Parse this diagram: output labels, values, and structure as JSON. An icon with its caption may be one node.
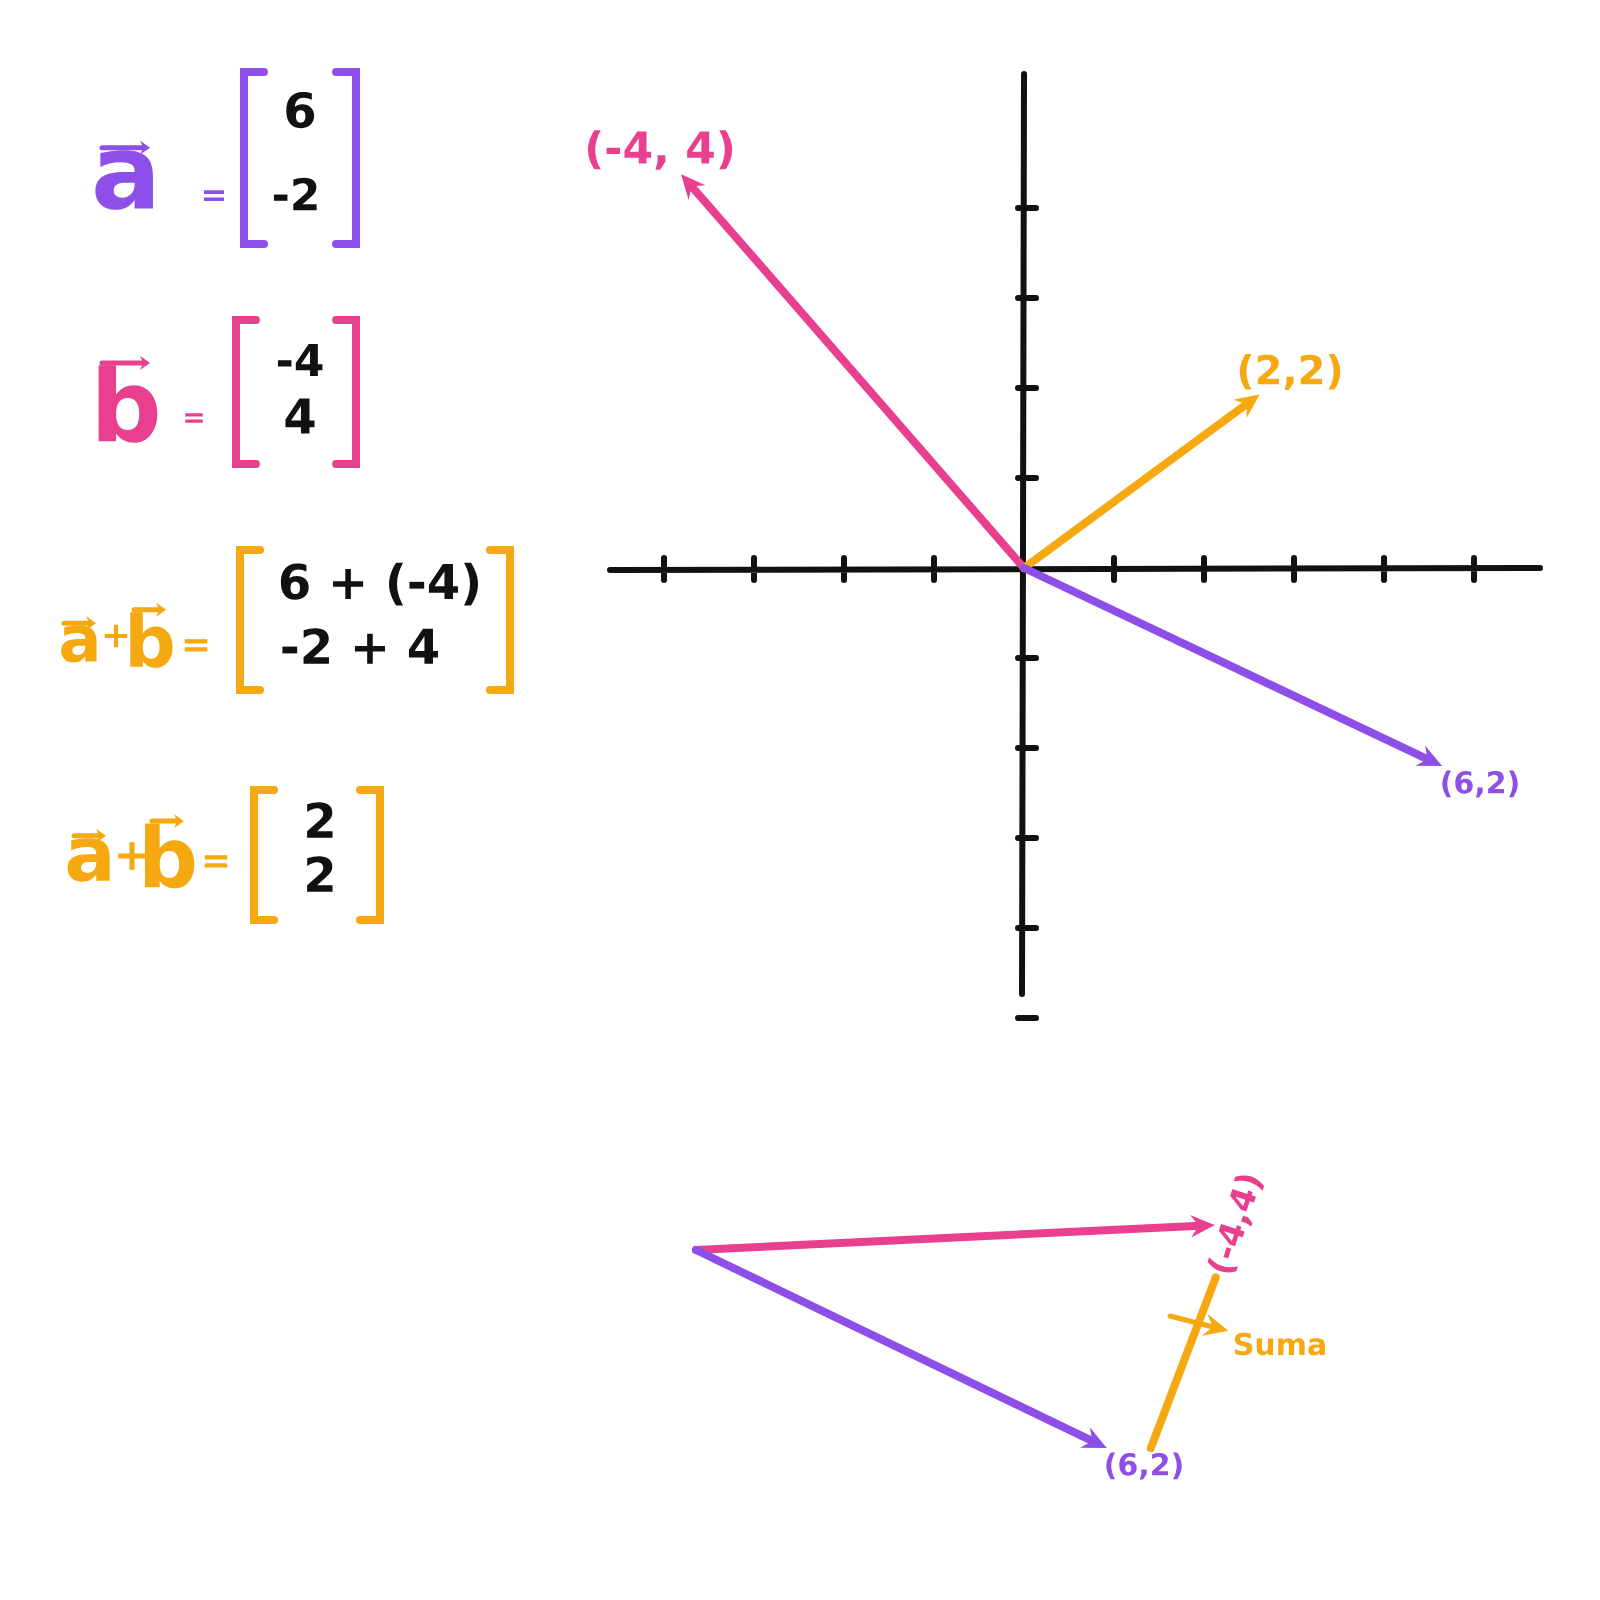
{
  "diagram": {
    "nodes": [
      {
        "text": [
          "(-4, 4)"
        ]
      },
      {
        "text": [
          "(2,2)"
        ]
      },
      {
        "text": [
          "(6,2)"
        ]
      },
      {
        "text": [
          "(-4,4)"
        ]
      },
      {
        "text": [
          "(6,2)"
        ]
      },
      {
        "text": [
          "Suma"
        ]
      }
    ],
    "edges": [
      {
        "from": null,
        "to": 0,
        "arrow": "to",
        "color": "#e8408f"
      },
      {
        "from": null,
        "to": 1,
        "arrow": "to",
        "color": "#f5a80f"
      },
      {
        "from": null,
        "to": 2,
        "arrow": "to",
        "color": "#8e4fe8"
      },
      {
        "from": null,
        "to": 3,
        "arrow": "to",
        "color": "#e8408f"
      },
      {
        "from": null,
        "to": 4,
        "arrow": "to",
        "color": "#8e4fe8"
      },
      {
        "from": 4,
        "to": 3,
        "arrow": "none",
        "color": "#f5a80f"
      },
      {
        "from": null,
        "to": 5,
        "arrow": "to",
        "color": "#f5a80f"
      }
    ],
    "labels": [
      "a",
      "=",
      "6",
      "-2",
      "b",
      "=",
      "-4",
      "4",
      "a",
      "+",
      "b",
      "=",
      "6 + (-4)",
      "-2 + 4",
      "a",
      "+",
      "b",
      "=",
      "2",
      "2"
    ]
  }
}
